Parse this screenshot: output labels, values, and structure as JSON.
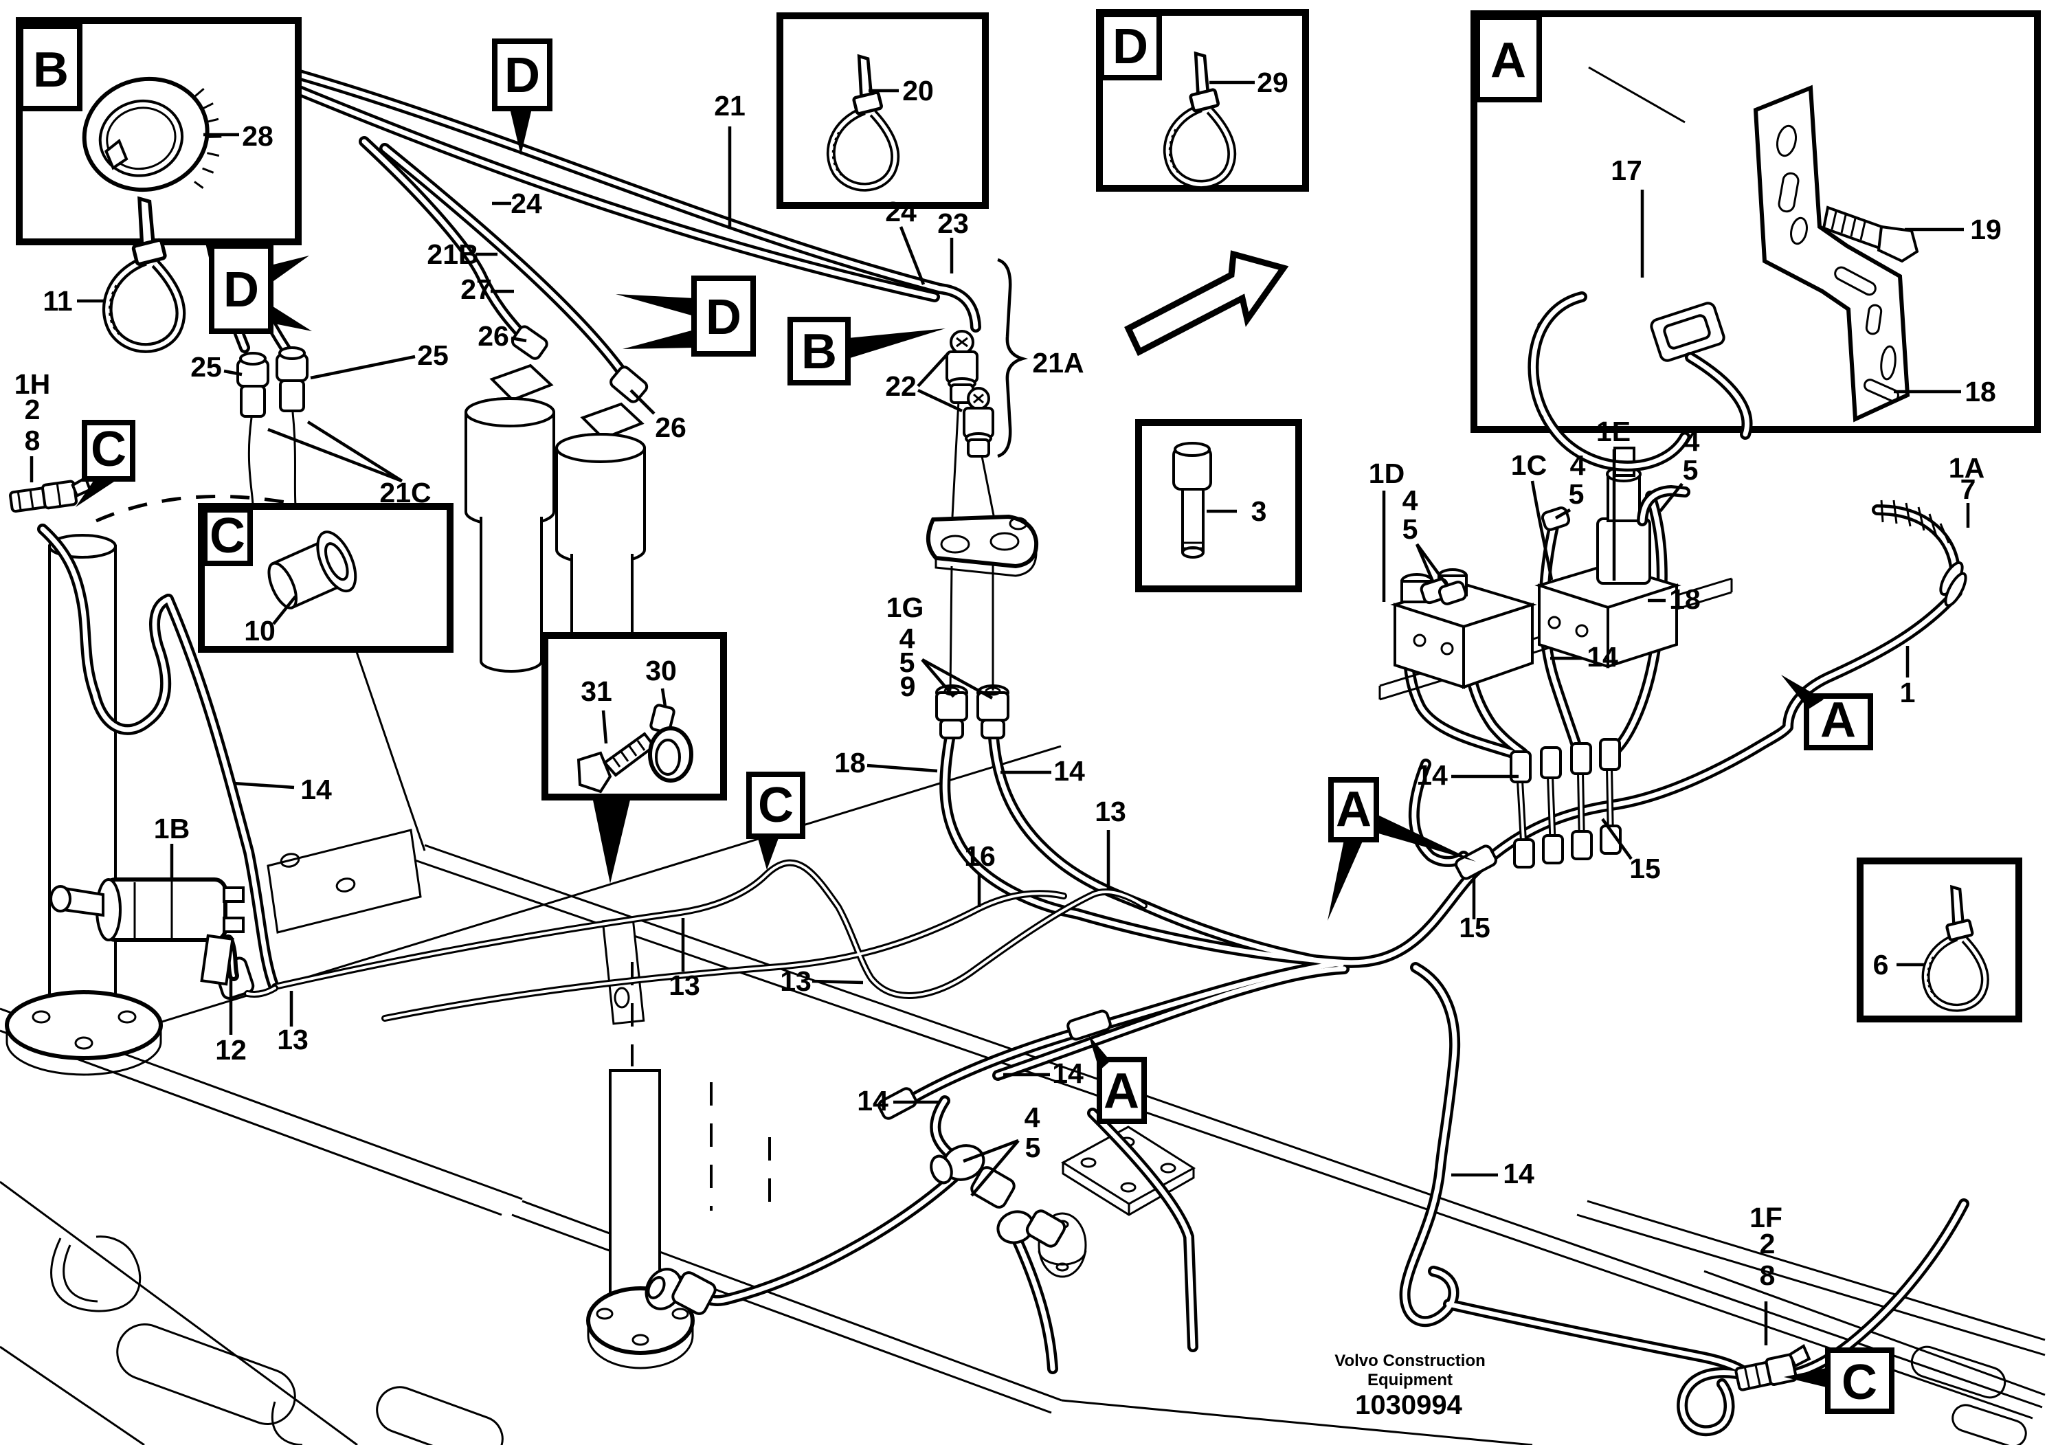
{
  "figure": {
    "type": "exploded-parts-diagram",
    "footer": {
      "brand_line1": "Volvo Construction",
      "brand_line2": "Equipment",
      "part_number": "1030994"
    },
    "callout_letters": {
      "A": "A",
      "B": "B",
      "C": "C",
      "D": "D"
    },
    "part_labels": {
      "1": "1",
      "1A": "1A",
      "1B": "1B",
      "1C": "1C",
      "1D": "1D",
      "1E": "1E",
      "1F": "1F",
      "1G": "1G",
      "1H": "1H",
      "2": "2",
      "3": "3",
      "4": "4",
      "5": "5",
      "6": "6",
      "7": "7",
      "8": "8",
      "9": "9",
      "10": "10",
      "11": "11",
      "12": "12",
      "13": "13",
      "14": "14",
      "15": "15",
      "16": "16",
      "17": "17",
      "18": "18",
      "19": "19",
      "20": "20",
      "21": "21",
      "21A": "21A",
      "21B": "21B",
      "21C": "21C",
      "22": "22",
      "23": "23",
      "24": "24",
      "25": "25",
      "26": "26",
      "27": "27",
      "28": "28",
      "29": "29",
      "30": "30",
      "31": "31"
    }
  }
}
